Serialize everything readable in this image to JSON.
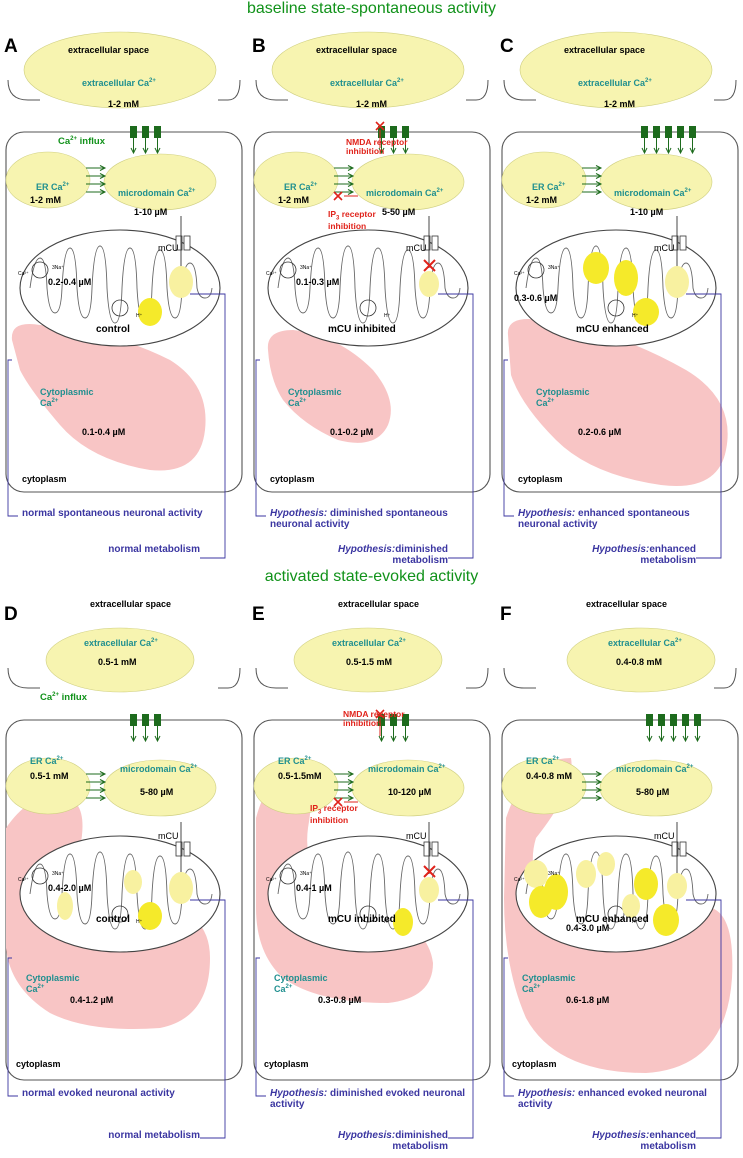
{
  "titles": {
    "top": "baseline state-spontaneous activity",
    "bottom": "activated state-evoked activity"
  },
  "labels": {
    "extracellular_space": "extracellular space",
    "extracellular_ca": "extracellular Ca",
    "er_ca": "ER Ca",
    "microdomain_ca": "microdomain Ca",
    "cytoplasmic": "Cytoplasmic",
    "ca": "Ca",
    "cytoplasm": "cytoplasm",
    "mcu": "mCU",
    "ca_influx": "Ca",
    "influx": " influx",
    "sup_2plus": "2+",
    "nmda_line1": "NMDA receptor",
    "nmda_line2": "inhibition",
    "ip3_line1a": "IP",
    "ip3_sub": "3",
    "ip3_line1b": " receptor",
    "ip3_line2": "inhibition",
    "hyp": "Hypothesis:",
    "mito_3na": "3Na⁺",
    "mito_ca": "Ca²⁺",
    "mito_h": "H⁺"
  },
  "panels": [
    {
      "letter": "A",
      "extracellular": "1-2 mM",
      "er": "1-2 mM",
      "microdomain": "1-10 µM",
      "mito": "0.2-0.4 µM",
      "cytoplasmic": "0.1-0.4 µM",
      "condition": "control",
      "outcome1_hyp": "",
      "outcome1": "normal spontaneous neuronal activity",
      "outcome2_hyp": "",
      "outcome2": "normal metabolism"
    },
    {
      "letter": "B",
      "extracellular": "1-2 mM",
      "er": "1-2 mM",
      "microdomain": "5-50 µM",
      "mito": "0.1-0.3 µM",
      "cytoplasmic": "0.1-0.2 µM",
      "condition": "mCU inhibited",
      "outcome1_hyp": "Hypothesis:",
      "outcome1": " diminished spontaneous neuronal activity",
      "outcome2_hyp": "Hypothesis:",
      "outcome2": "diminished metabolism"
    },
    {
      "letter": "C",
      "extracellular": "1-2 mM",
      "er": "1-2 mM",
      "microdomain": "1-10 µM",
      "mito": "0.3-0.6 µM",
      "cytoplasmic": "0.2-0.6 µM",
      "condition": "mCU enhanced",
      "outcome1_hyp": "Hypothesis:",
      "outcome1": " enhanced spontaneous neuronal activity",
      "outcome2_hyp": "Hypothesis:",
      "outcome2": "enhanced metabolism"
    },
    {
      "letter": "D",
      "extracellular": "0.5-1 mM",
      "er": "0.5-1 mM",
      "microdomain": "5-80 µM",
      "mito": "0.4-2.0 µM",
      "cytoplasmic": "0.4-1.2 µM",
      "condition": "control",
      "outcome1_hyp": "",
      "outcome1": "normal evoked neuronal activity",
      "outcome2_hyp": "",
      "outcome2": "normal metabolism"
    },
    {
      "letter": "E",
      "extracellular": "0.5-1.5 mM",
      "er": "0.5-1.5mM",
      "microdomain": "10-120 µM",
      "mito": "0.4-1 µM",
      "cytoplasmic": "0.3-0.8 µM",
      "condition": "mCU inhibited",
      "outcome1_hyp": "Hypothesis:",
      "outcome1": " diminished evoked neuronal activity",
      "outcome2_hyp": "Hypothesis:",
      "outcome2": "diminished metabolism"
    },
    {
      "letter": "F",
      "extracellular": "0.4-0.8 mM",
      "er": "0.4-0.8 mM",
      "microdomain": "5-80 µM",
      "mito": "0.4-3.0 µM",
      "cytoplasmic": "0.6-1.8 µM",
      "condition": "mCU enhanced",
      "outcome1_hyp": "Hypothesis:",
      "outcome1": " enhanced evoked neuronal activity",
      "outcome2_hyp": "Hypothesis:",
      "outcome2": "enhanced metabolism"
    }
  ],
  "colors": {
    "title_green": "#11921a",
    "ca_pool_yellow": "#f7f4b0",
    "mito_ca_yellow": "#f5ea2a",
    "cytoplasm_pink": "#f8c5c5",
    "label_teal": "#1f8f8f",
    "outcome_blue": "#3b36a1",
    "inhibition_red": "#e0231b",
    "channel_green": "#1d6b1d"
  }
}
